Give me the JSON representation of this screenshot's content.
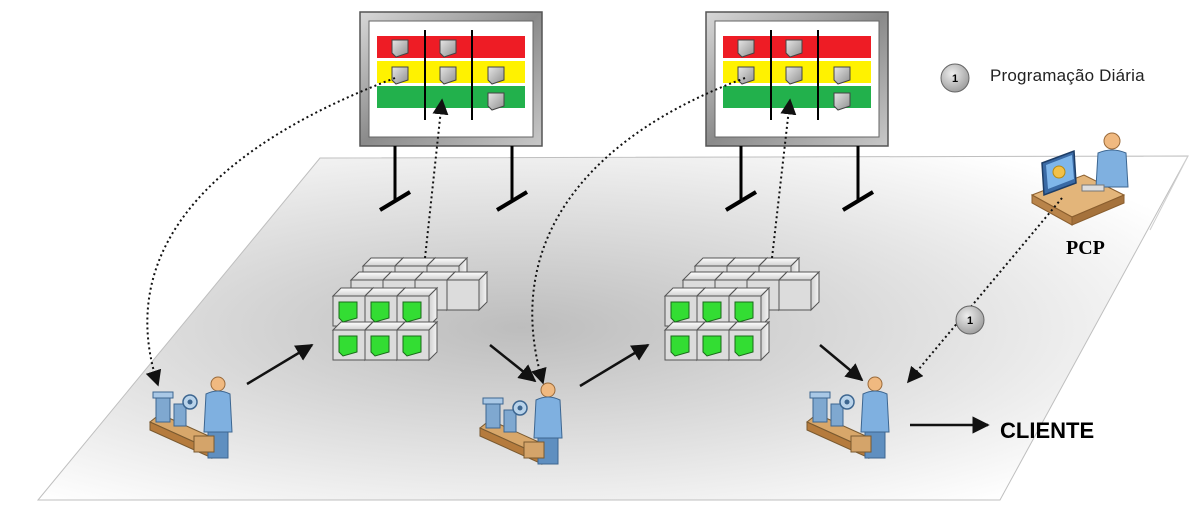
{
  "legend": {
    "marker": "1",
    "text": "Programação Diária"
  },
  "labels": {
    "pcp": "PCP",
    "cliente": "CLIENTE",
    "flow_marker": "1"
  },
  "boards": [
    {
      "rows": [
        "red",
        "yellow",
        "green"
      ]
    },
    {
      "rows": [
        "red",
        "yellow",
        "green"
      ]
    }
  ],
  "colors": {
    "board_red": "#ee1c25",
    "board_yellow": "#fff200",
    "board_green": "#22b14c",
    "bin_green": "#33dd33",
    "floor": "#d9d9d9"
  }
}
